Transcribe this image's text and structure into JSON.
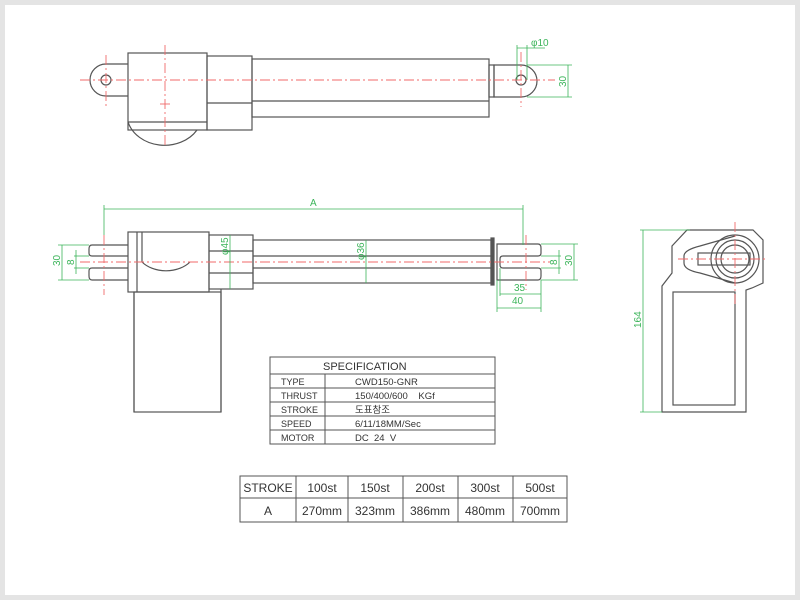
{
  "dimensions": {
    "hole_dia": "φ10",
    "eye_width": "30",
    "overall_length": "A",
    "housing_dia": "φ45",
    "tube_dia": "φ36",
    "left_fork_width": "30",
    "left_slot_width": "8",
    "right_slot_width": "8",
    "right_fork_width": "30",
    "rod_end_inner": "35",
    "rod_end_outer": "40",
    "height": "164"
  },
  "specification": {
    "title": "SPECIFICATION",
    "rows": [
      {
        "label": "TYPE",
        "value": "CWD150-GNR"
      },
      {
        "label": "THRUST",
        "value": "150/400/600    KGf"
      },
      {
        "label": "STROKE",
        "value": "도표참조"
      },
      {
        "label": "SPEED",
        "value": "6/11/18MM/Sec"
      },
      {
        "label": "MOTOR",
        "value": "DC  24  V"
      }
    ]
  },
  "stroke_table": {
    "header": [
      "STROKE",
      "100st",
      "150st",
      "200st",
      "300st",
      "500st"
    ],
    "row": [
      "A",
      "270mm",
      "323mm",
      "386mm",
      "480mm",
      "700mm"
    ]
  }
}
